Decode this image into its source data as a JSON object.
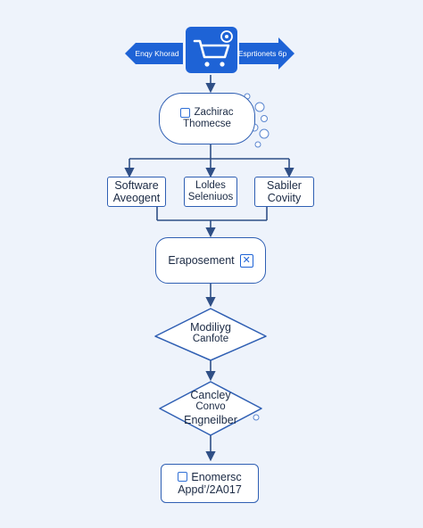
{
  "header": {
    "left_arrow_text": "Enqy Khorad",
    "right_arrow_text": "Esprtionets 6p",
    "cart_icon": "shopping-cart-icon"
  },
  "nodes": {
    "top": {
      "line1": "Zachirac",
      "line2": "Thomecse"
    },
    "left": {
      "line1": "Software",
      "line2": "Aveogent"
    },
    "middle": {
      "line1": "Loldes",
      "line2": "Seleniuos"
    },
    "right": {
      "line1": "Sabiler",
      "line2": "Coviity"
    },
    "engagement": {
      "line1": "Eraposement"
    },
    "modifying": {
      "line1": "Modiliyg",
      "line2": "Canfote"
    },
    "cancley": {
      "line1": "Cancley",
      "line2": "Convo",
      "line3": "Engneilber"
    },
    "final": {
      "line1": "Enomersc",
      "line2": "Appd’/2A017"
    }
  },
  "colors": {
    "accent": "#1e63d6",
    "line": "#2f4f86",
    "node_border": "#2f5fb3",
    "background": "#eef3fb"
  }
}
